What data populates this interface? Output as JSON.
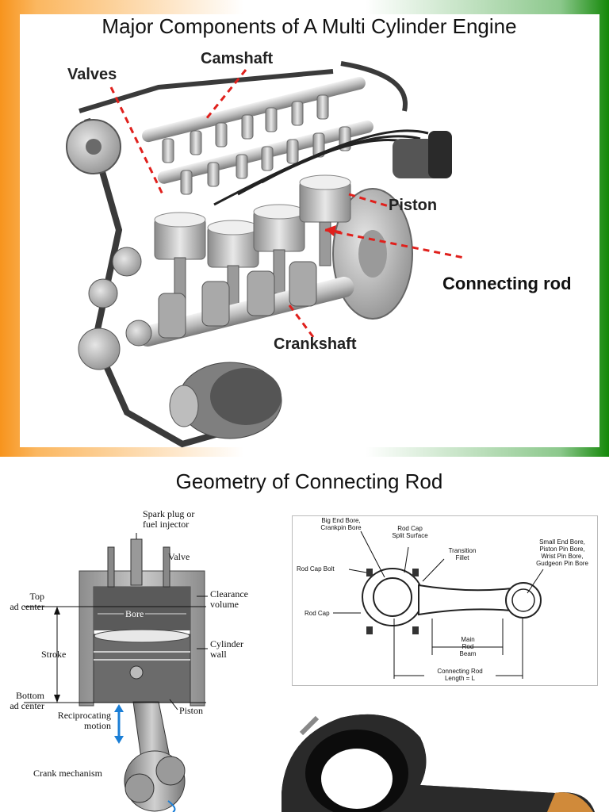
{
  "slide1": {
    "title": "Major Components of A Multi Cylinder Engine",
    "labels": {
      "valves": "Valves",
      "camshaft": "Camshaft",
      "piston": "Piston",
      "connecting_rod": "Connecting rod",
      "crankshaft": "Crankshaft"
    }
  },
  "slide2": {
    "title": "Geometry of Connecting Rod",
    "cylinder_labels": {
      "spark_plug": "Spark plug or\nfuel injector",
      "valve": "Valve",
      "top_dead_center": "Top\nad center",
      "clearance_volume": "Clearance\nvolume",
      "bore": "Bore",
      "stroke": "Stroke",
      "cylinder_wall": "Cylinder\nwall",
      "bottom_dead_center": "Bottom\nad center",
      "piston": "Piston",
      "reciprocating_motion": "Reciprocating\nmotion",
      "crank_mechanism": "Crank mechanism"
    },
    "rod_labels": {
      "big_end_bore": "Big End Bore,\nCrankpin Bore",
      "rod_cap_split": "Rod Cap\nSplit Surface",
      "transition_fillet": "Transition\nFillet",
      "small_end_bore": "Small End Bore,\nPiston Pin Bore,\nWrist Pin Bore,\nGudgeon Pin Bore",
      "rod_cap_bolt": "Rod Cap Bolt",
      "rod_cap": "Rod Cap",
      "main_rod_beam": "Main\nRod\nBeam",
      "rod_length": "Connecting Rod\nLength = L"
    }
  },
  "colors": {
    "saffron": "#f7941d",
    "green": "#138808",
    "leader_red": "#e0201c"
  }
}
